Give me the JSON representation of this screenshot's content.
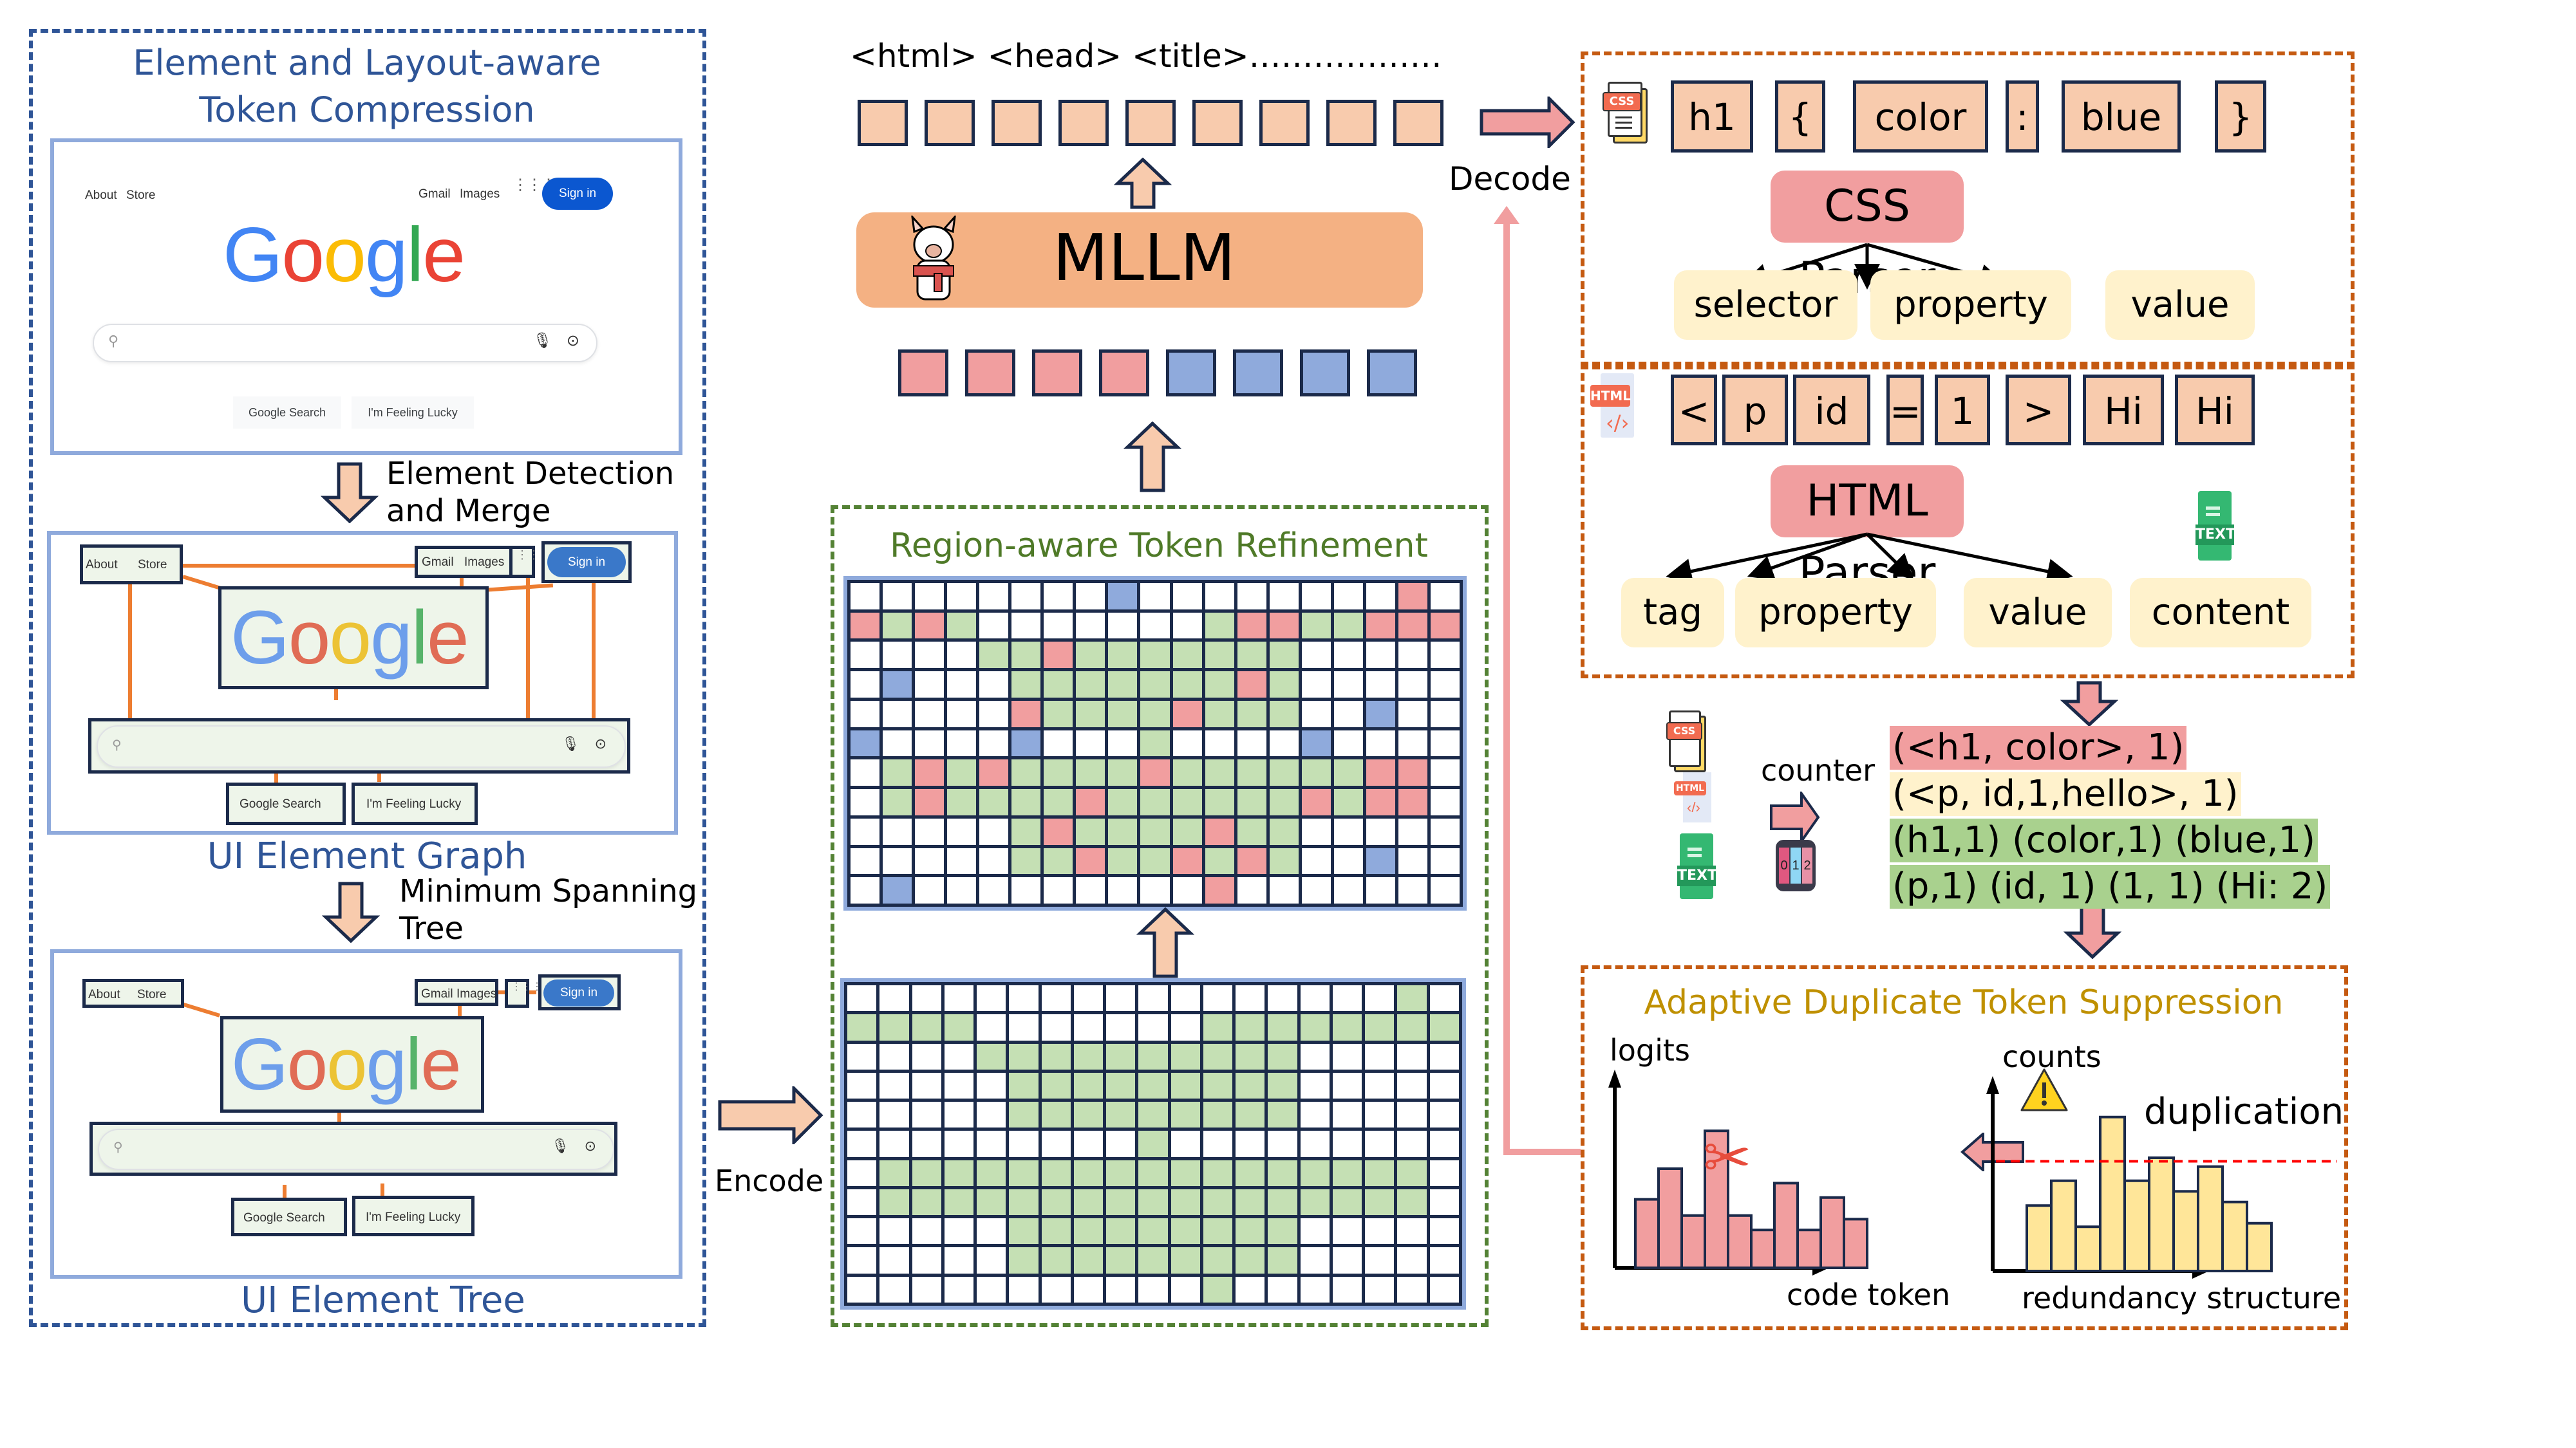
{
  "left_panel": {
    "title_line1": "Element and Layout-aware",
    "title_line2": "Token Compression",
    "step1_label_line1": "Element Detection",
    "step1_label_line2": "and Merge",
    "graph_caption": "UI Element Graph",
    "step2_label_line1": "Minimum Spanning",
    "step2_label_line2": "Tree",
    "tree_caption": "UI Element Tree",
    "mini_page": {
      "nav_left": [
        "About",
        "Store"
      ],
      "nav_right": [
        "Gmail",
        "Images"
      ],
      "apps_icon": "apps-grid-icon",
      "sign_in": "Sign in",
      "logo_letters": [
        {
          "ch": "G",
          "color": "#4285f4"
        },
        {
          "ch": "o",
          "color": "#ea4335"
        },
        {
          "ch": "o",
          "color": "#fbbc05"
        },
        {
          "ch": "g",
          "color": "#4285f4"
        },
        {
          "ch": "l",
          "color": "#34a853"
        },
        {
          "ch": "e",
          "color": "#ea4335"
        }
      ],
      "search_icon": "search-icon",
      "mic_icon": "microphone-icon",
      "lens_icon": "camera-lens-icon",
      "buttons": [
        "Google Search",
        "I'm Feeling Lucky"
      ]
    }
  },
  "center_panel": {
    "output_code": "<html> <head> <title>………………",
    "output_token_count": 9,
    "model_label": "MLLM",
    "model_icon": "llama-icon",
    "input_tokens": [
      "pink",
      "pink",
      "pink",
      "pink",
      "blue",
      "blue",
      "blue",
      "blue"
    ],
    "refinement_title": "Region-aware Token Refinement",
    "refined_grid": [
      "WWWWWWWWBWWWWWWWWPW",
      "PGPGWWWWWWWGPPGGPPP",
      "WWWWGGPGGGGGGGWWWWW",
      "WBWWWGGGGGGGPGWWWWW",
      "WWWWWPGGGGPGGGWWBWW",
      "BWWWWBWWWGWWWWBWWWW",
      "WGPGPGGGGPGGGGGGPPW",
      "WGPGGGGPGGGGGGPGPPW",
      "WWWWWGPGGGGPGGWWWWW",
      "WWWWWGGPGGPGPGWWBWW",
      "WBWWWWWWWWWPWWWWWWW"
    ],
    "base_grid": [
      "WWWWWWWWWWWWWWWWWGW",
      "GGGGWWWWWWWGGGGGGGG",
      "WWWWGGGGGGGGGGWWWWW",
      "WWWWWGGGGGGGGGWWWWW",
      "WWWWWGGGGGGGGGWWWWW",
      "WWWWWWWWWGWWWWWWWWW",
      "WGGGGGGGGGGGGGGGGGW",
      "WGGGGGGGGGGGGGGGGGW",
      "WWWWWGGGGGGGGGWWWWW",
      "WWWWWGGGGGGGGGWWWWW",
      "WWWWWWWWWWWGWWWWWWW"
    ],
    "encode_label": "Encode",
    "decode_label": "Decode"
  },
  "right_panel": {
    "css_icon": "css-file-icon",
    "css_badge": "CSS",
    "css_tokens": [
      "h1",
      "{",
      "color",
      ":",
      "blue",
      "}"
    ],
    "css_parser_label": "CSS Parser",
    "css_leaves": [
      "selector",
      "property",
      "value"
    ],
    "html_icon": "html-file-icon",
    "html_badge": "HTML",
    "html_tokens": [
      "<",
      "p",
      "id",
      "=",
      "1",
      ">",
      "Hi",
      "Hi"
    ],
    "html_parser_label": "HTML Parser",
    "text_icon": "text-file-icon",
    "text_badge": "TEXT",
    "html_leaves": [
      "tag",
      "property",
      "value",
      "content"
    ],
    "counter_label": "counter",
    "counter_icon": "counter-icon",
    "counter_digits": [
      "0",
      "1",
      "2"
    ],
    "counts": [
      {
        "text": "(<h1, color>, 1)",
        "color": "#f19e9f"
      },
      {
        "text": "(<p, id,1,hello>, 1)",
        "color": "#fff2cc"
      },
      {
        "text": "(h1,1) (color,1) (blue,1)",
        "color": "#a9d18e"
      },
      {
        "text": "(p,1) (id, 1) (1, 1) (Hi: 2)",
        "color": "#a9d18e"
      }
    ],
    "adts_title": "Adaptive Duplicate Token Suppression",
    "logits_chart": {
      "ylabel": "logits",
      "xlabel": "code token",
      "values": [
        0.38,
        0.55,
        0.29,
        0.76,
        0.29,
        0.21,
        0.47,
        0.21,
        0.39,
        0.27
      ],
      "cut_icon": "scissors-icon"
    },
    "counts_chart": {
      "ylabel": "counts",
      "xlabel": "redundancy structure",
      "threshold_label": "duplication",
      "threshold": 0.62,
      "values": [
        0.37,
        0.51,
        0.25,
        0.87,
        0.51,
        0.64,
        0.45,
        0.59,
        0.39,
        0.27
      ],
      "warning_icon": "warning-icon"
    }
  }
}
